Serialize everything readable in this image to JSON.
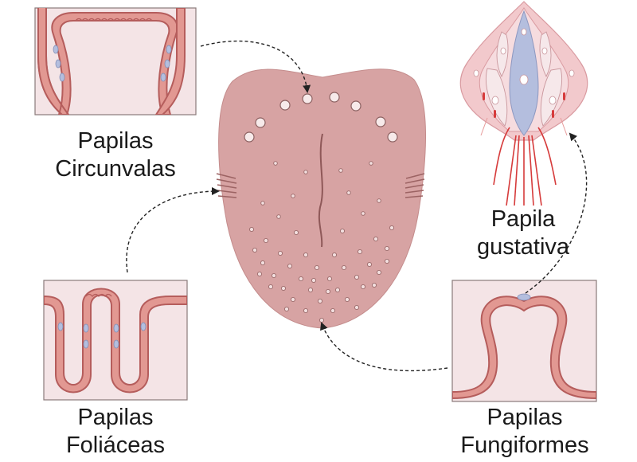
{
  "labels": {
    "circunvalas": {
      "line1": "Papilas",
      "line2": "Circunvalas"
    },
    "foliaceas": {
      "line1": "Papilas",
      "line2": "Foliáceas"
    },
    "fungiformes": {
      "line1": "Papilas",
      "line2": "Fungiformes"
    },
    "gustativa": {
      "line1": "Papila",
      "line2": "gustativa"
    }
  },
  "colors": {
    "tongue": "#d7a3a3",
    "panel_fill": "#f4e4e6",
    "panel_border": "#8a7a7a",
    "tissue_fill": "#e29892",
    "tissue_edge": "#b55d5c",
    "taste_cells": "#b4bede",
    "arrow": "#222222",
    "nerve": "#d63b3b"
  }
}
